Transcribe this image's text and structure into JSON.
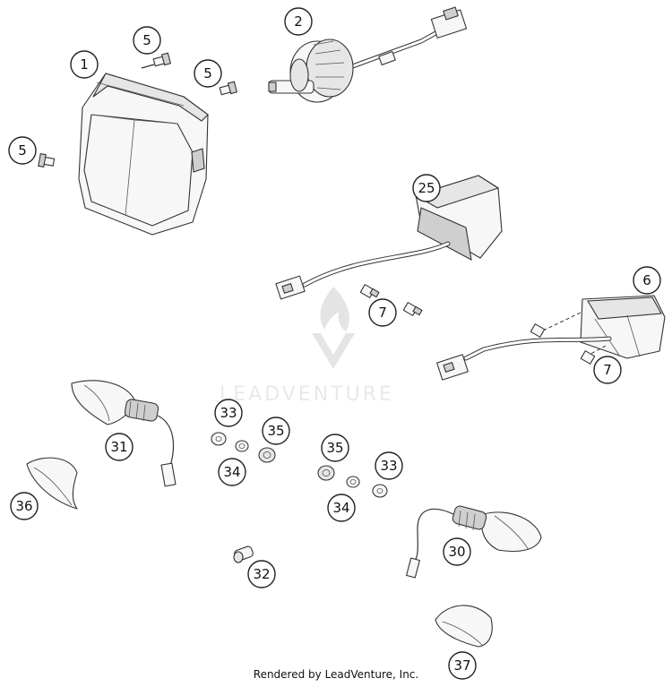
{
  "callouts": [
    {
      "id": "c1",
      "label": "1"
    },
    {
      "id": "c2",
      "label": "2"
    },
    {
      "id": "c5a",
      "label": "5"
    },
    {
      "id": "c5b",
      "label": "5"
    },
    {
      "id": "c5c",
      "label": "5"
    },
    {
      "id": "c25",
      "label": "25"
    },
    {
      "id": "c6",
      "label": "6"
    },
    {
      "id": "c7a",
      "label": "7"
    },
    {
      "id": "c7b",
      "label": "7"
    },
    {
      "id": "c33a",
      "label": "33"
    },
    {
      "id": "c35a",
      "label": "35"
    },
    {
      "id": "c31",
      "label": "31"
    },
    {
      "id": "c34a",
      "label": "34"
    },
    {
      "id": "c35b",
      "label": "35"
    },
    {
      "id": "c33b",
      "label": "33"
    },
    {
      "id": "c36",
      "label": "36"
    },
    {
      "id": "c34b",
      "label": "34"
    },
    {
      "id": "c30",
      "label": "30"
    },
    {
      "id": "c32",
      "label": "32"
    },
    {
      "id": "c37",
      "label": "37"
    }
  ],
  "watermark": {
    "text": "LEADVENTURE",
    "logo": "leadventure-flame-logo"
  },
  "footer": {
    "text": "Rendered by LeadVenture, Inc."
  }
}
